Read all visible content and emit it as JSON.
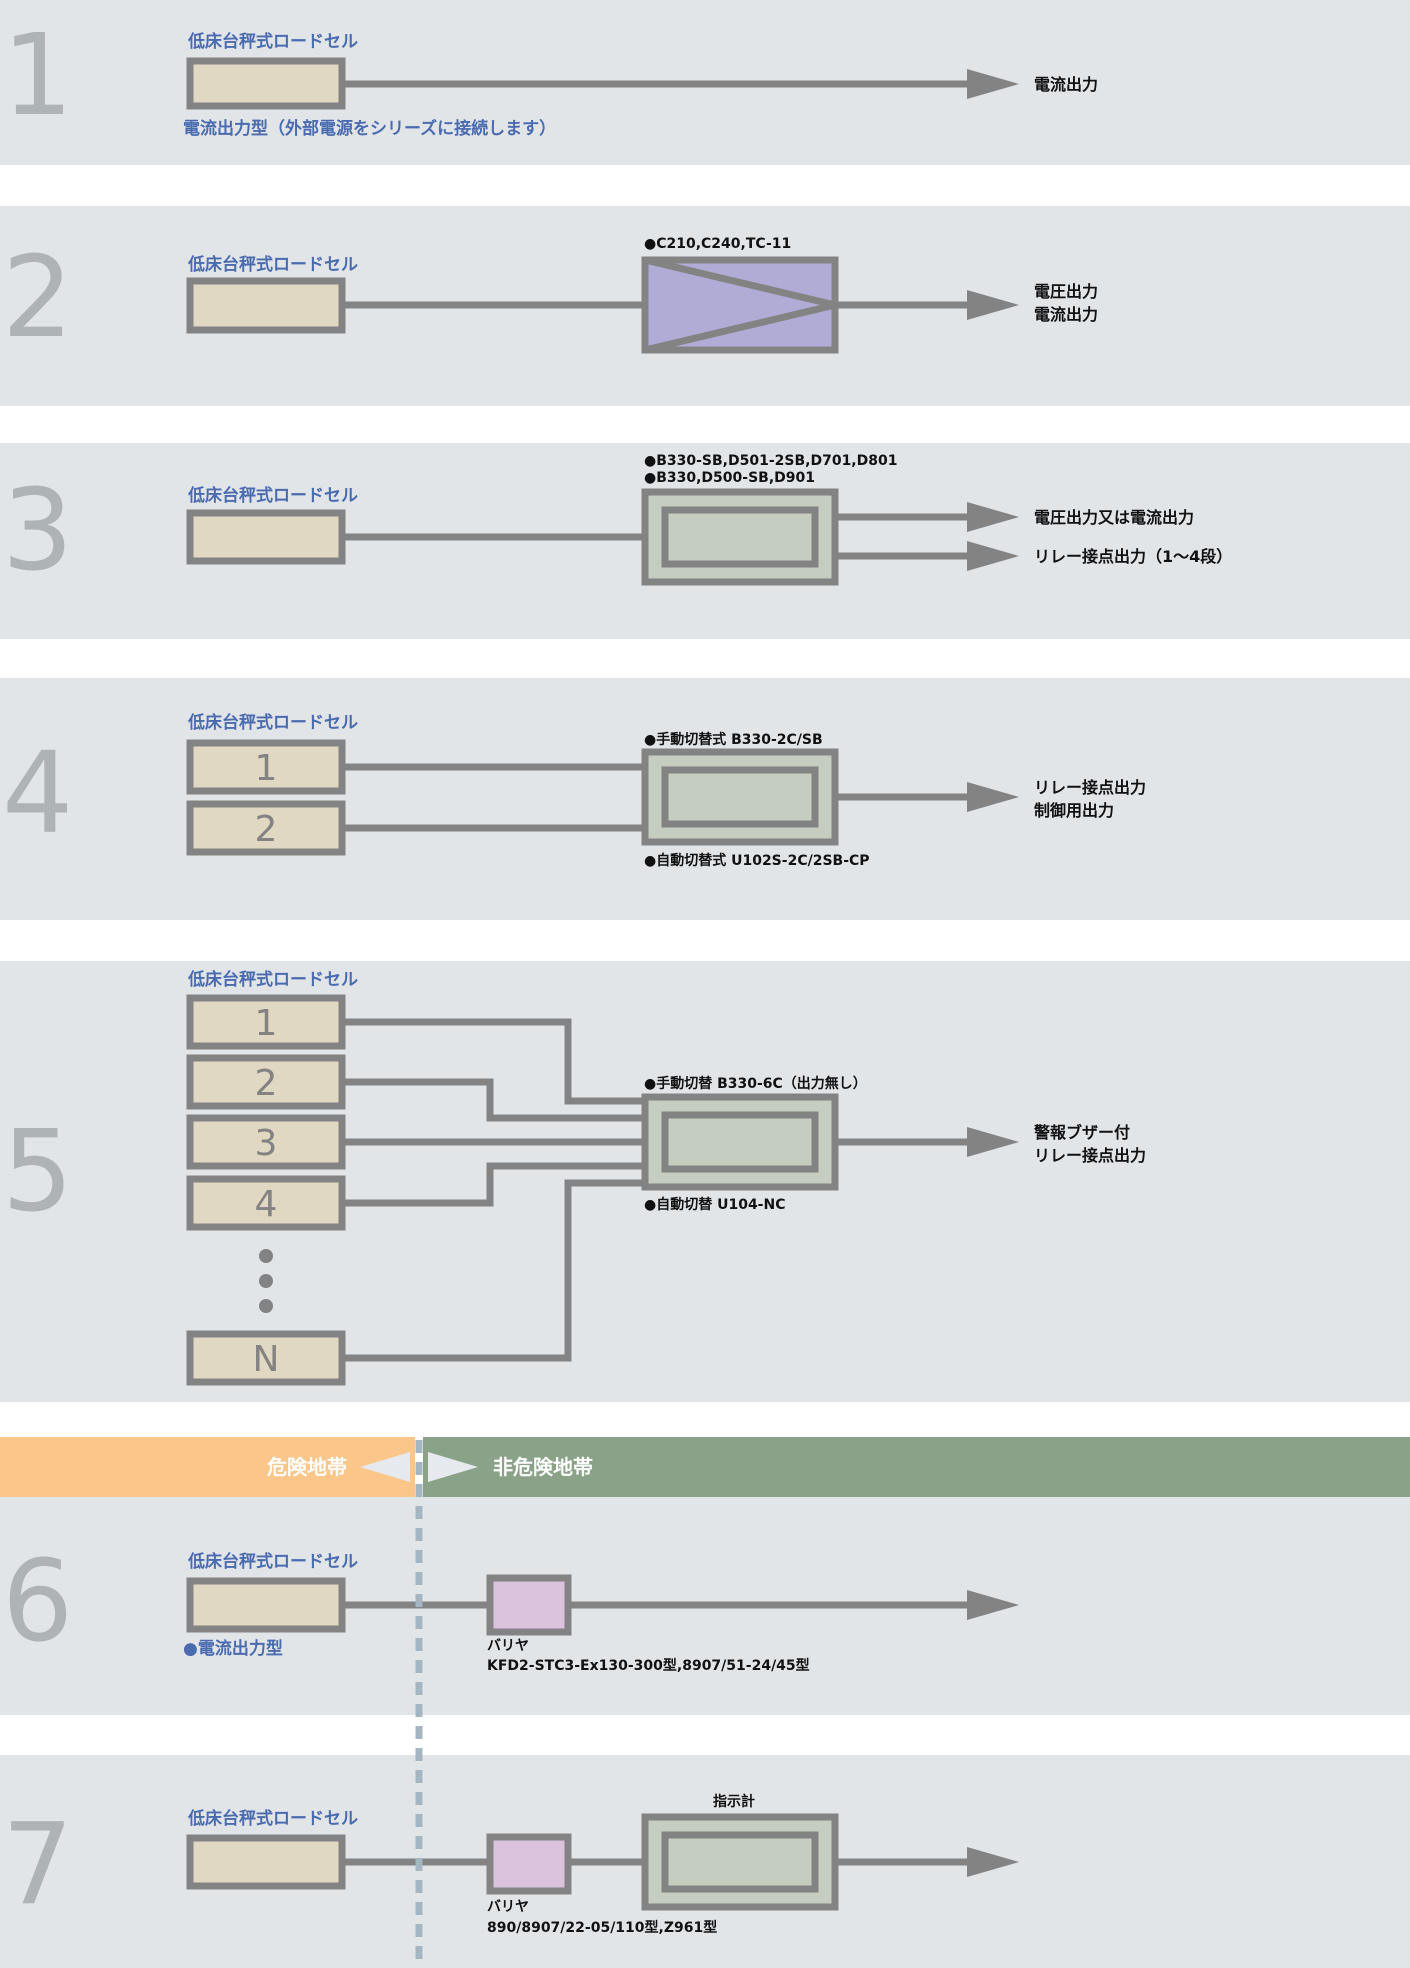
{
  "load_cell_label": "低床台秤式ロードセル",
  "panels": [
    {
      "number": "1",
      "load_cell_note": "電流出力型（外部電源をシリーズに接続します）",
      "outputs": [
        "電流出力"
      ]
    },
    {
      "number": "2",
      "device_models": [
        "●C210,C240,TC-11"
      ],
      "outputs": [
        "電圧出力",
        "電流出力"
      ]
    },
    {
      "number": "3",
      "device_models": [
        "●B330-SB,D501-2SB,D701,D801",
        "●B330,D500-SB,D901"
      ],
      "outputs": [
        "電圧出力又は電流出力",
        "リレー接点出力（1〜4段）"
      ]
    },
    {
      "number": "4",
      "load_cells": [
        "1",
        "2"
      ],
      "device_model_top": "●手動切替式 B330-2C/SB",
      "device_model_bottom": "●自動切替式 U102S-2C/2SB-CP",
      "outputs": [
        "リレー接点出力",
        "制御用出力"
      ]
    },
    {
      "number": "5",
      "load_cells": [
        "1",
        "2",
        "3",
        "4",
        "N"
      ],
      "device_model_top": "●手動切替 B330-6C（出力無し）",
      "device_model_bottom": "●自動切替 U104-NC",
      "outputs": [
        "警報ブザー付",
        "リレー接点出力"
      ]
    },
    {
      "number": "6",
      "load_cell_note": "●電流出力型",
      "barrier_label": "バリヤ",
      "barrier_models": "KFD2-STC3-Ex130-300型,8907/51-24/45型"
    },
    {
      "number": "7",
      "indicator_label": "指示計",
      "barrier_label": "バリヤ",
      "barrier_models": "890/8907/22-05/110型,Z961型"
    }
  ],
  "zones": {
    "hazardous": "危険地帯",
    "non_hazardous": "非危険地帯"
  },
  "colors": {
    "panel_bg": "#e2e5e8",
    "hazard_band": "#fbc68a",
    "safe_band": "#8aa388",
    "wire": "#838383",
    "load_cell_fill": "#e0d8c2",
    "amplifier_fill": "#b1acd5",
    "indicator_fill": "#c5ccc0",
    "barrier_fill": "#dbc2dd",
    "accent_blue": "#4a6bb0",
    "divider": "#a4b6c2"
  }
}
